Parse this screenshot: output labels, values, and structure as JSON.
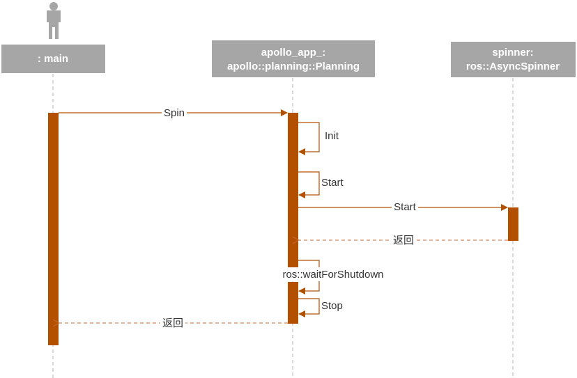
{
  "colors": {
    "header_fill": "#a6a6a6",
    "header_text": "#ffffff",
    "activation": "#b35000",
    "message_line": "#b35000",
    "lifeline": "#b5b5b5",
    "actor": "#a6a6a6"
  },
  "actor": {
    "icon": "person-icon"
  },
  "lifelines": [
    {
      "id": "main",
      "lines": [
        ": main"
      ]
    },
    {
      "id": "planning",
      "lines": [
        "apollo_app_:",
        "apollo::planning::Planning"
      ]
    },
    {
      "id": "spinner",
      "lines": [
        "spinner:",
        "ros::AsyncSpinner"
      ]
    }
  ],
  "messages": [
    {
      "id": "spin",
      "label": "Spin",
      "kind": "sync"
    },
    {
      "id": "init",
      "label": "Init",
      "kind": "self"
    },
    {
      "id": "start-self",
      "label": "Start",
      "kind": "self"
    },
    {
      "id": "start-spinner",
      "label": "Start",
      "kind": "sync"
    },
    {
      "id": "return-spinner",
      "label": "返回",
      "kind": "return"
    },
    {
      "id": "wait-for-shutdown",
      "label": "ros::waitForShutdown",
      "kind": "self"
    },
    {
      "id": "stop",
      "label": "Stop",
      "kind": "self"
    },
    {
      "id": "return-main",
      "label": "返回",
      "kind": "return"
    }
  ]
}
